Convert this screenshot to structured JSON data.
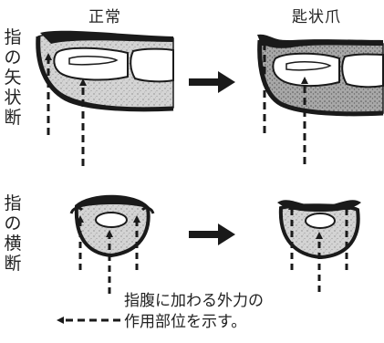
{
  "column_titles": {
    "normal": "正常",
    "spoon": "匙状爪"
  },
  "row_labels": {
    "sagittal": [
      "指",
      "の",
      "矢",
      "状",
      "断"
    ],
    "transverse": [
      "指",
      "の",
      "横",
      "断"
    ]
  },
  "legend": {
    "line1": "指腹に加わる外力の",
    "line2": "作用部位を示す。"
  },
  "colors": {
    "ink": "#1a1a1a",
    "tissue": "#cfcfcf",
    "background": "#ffffff"
  }
}
